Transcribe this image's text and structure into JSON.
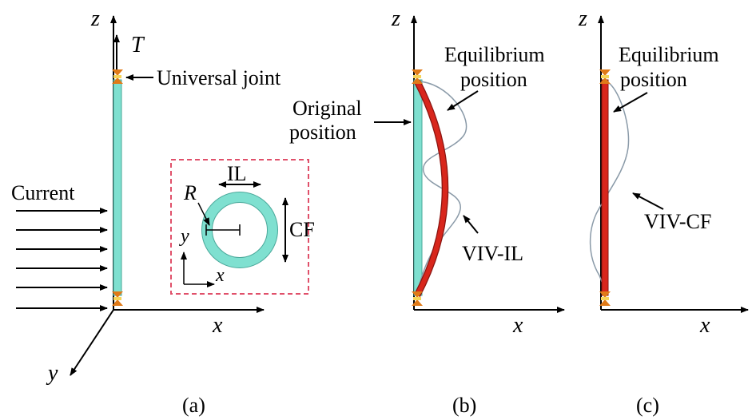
{
  "labels": {
    "z_a": "z",
    "T": "T",
    "universal_joint": "Universal joint",
    "current": "Current",
    "R": "R",
    "IL": "IL",
    "CF": "CF",
    "y_inset": "y",
    "x_inset": "x",
    "x_a": "x",
    "y_a": "y",
    "panel_a": "(a)",
    "z_b": "z",
    "equilibrium_b_line1": "Equilibrium",
    "equilibrium_b_line2": "position",
    "original_line1": "Original",
    "original_line2": "position",
    "viv_il": "VIV-IL",
    "x_b": "x",
    "panel_b": "(b)",
    "z_c": "z",
    "equilibrium_c_line1": "Equilibrium",
    "equilibrium_c_line2": "position",
    "viv_cf": "VIV-CF",
    "x_c": "x",
    "panel_c": "(c)"
  },
  "colors": {
    "riser": "#7fe0d0",
    "riser_edge": "#4aa89a",
    "deformed": "#d8261c",
    "joint": "#e07a18",
    "joint_light": "#f6d55a",
    "inset_border": "#e0506a",
    "viv_curve": "#8a9aa8"
  }
}
